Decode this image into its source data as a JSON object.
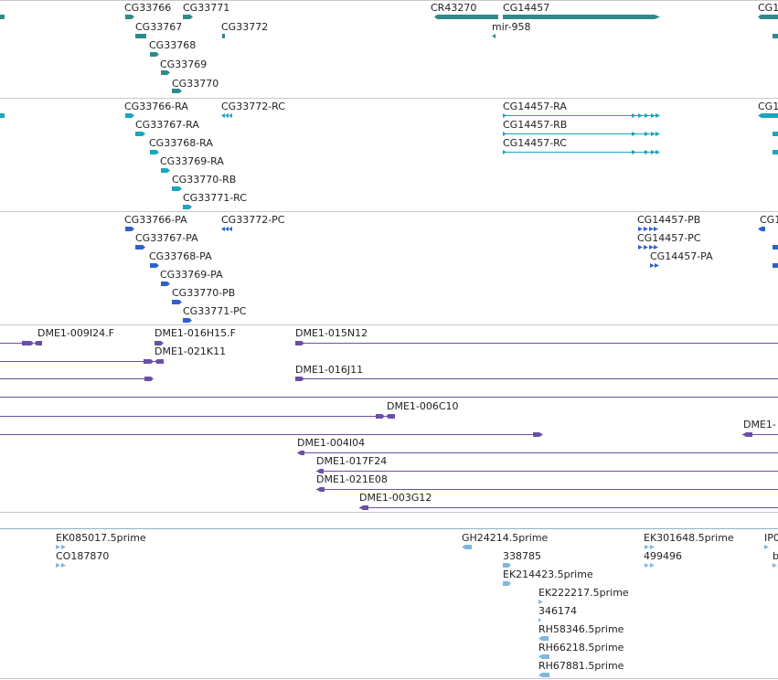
{
  "colors": {
    "gene": "#2f8b8b",
    "transcript": "#1aa5c0",
    "protein": "#2f62c8",
    "clone": "#6b4fa5",
    "est": "#7fb7de",
    "divider": "#c8c8c8"
  },
  "genes_track": {
    "labels": [
      "CG33766",
      "CG33771",
      "CG33767",
      "CG33772",
      "CG33768",
      "CG33769",
      "CG33770",
      "CR43270",
      "CG14457",
      "mir-958",
      "CG1"
    ]
  },
  "transcripts_track": {
    "labels": [
      "CG33766-RA",
      "CG33772-RC",
      "CG33767-RA",
      "CG33768-RA",
      "CG33769-RA",
      "CG33770-RB",
      "CG33771-RC",
      "CG14457-RA",
      "CG14457-RB",
      "CG14457-RC",
      "CG1"
    ]
  },
  "proteins_track": {
    "labels": [
      "CG33766-PA",
      "CG33772-PC",
      "CG33767-PA",
      "CG33768-PA",
      "CG33769-PA",
      "CG33770-PB",
      "CG33771-PC",
      "CG14457-PB",
      "CG14457-PC",
      "CG14457-PA",
      "CG1"
    ]
  },
  "clones_track": {
    "labels": [
      "DME1-009I24.F",
      "DME1-016H15.F",
      "DME1-015N12",
      "DME1-021K11",
      "DME1-016J11",
      "DME1-006C10",
      "DME1-",
      "DME1-004I04",
      "DME1-017F24",
      "DME1-021E08",
      "DME1-003G12"
    ]
  },
  "est_track": {
    "labels": [
      "EK085017.5prime",
      "CO187870",
      "GH24214.5prime",
      "338785",
      "EK214423.5prime",
      "EK222217.5prime",
      "346174",
      "RH58346.5prime",
      "RH66218.5prime",
      "RH67881.5prime",
      "EK301648.5prime",
      "499496",
      "IP0",
      "b"
    ]
  }
}
